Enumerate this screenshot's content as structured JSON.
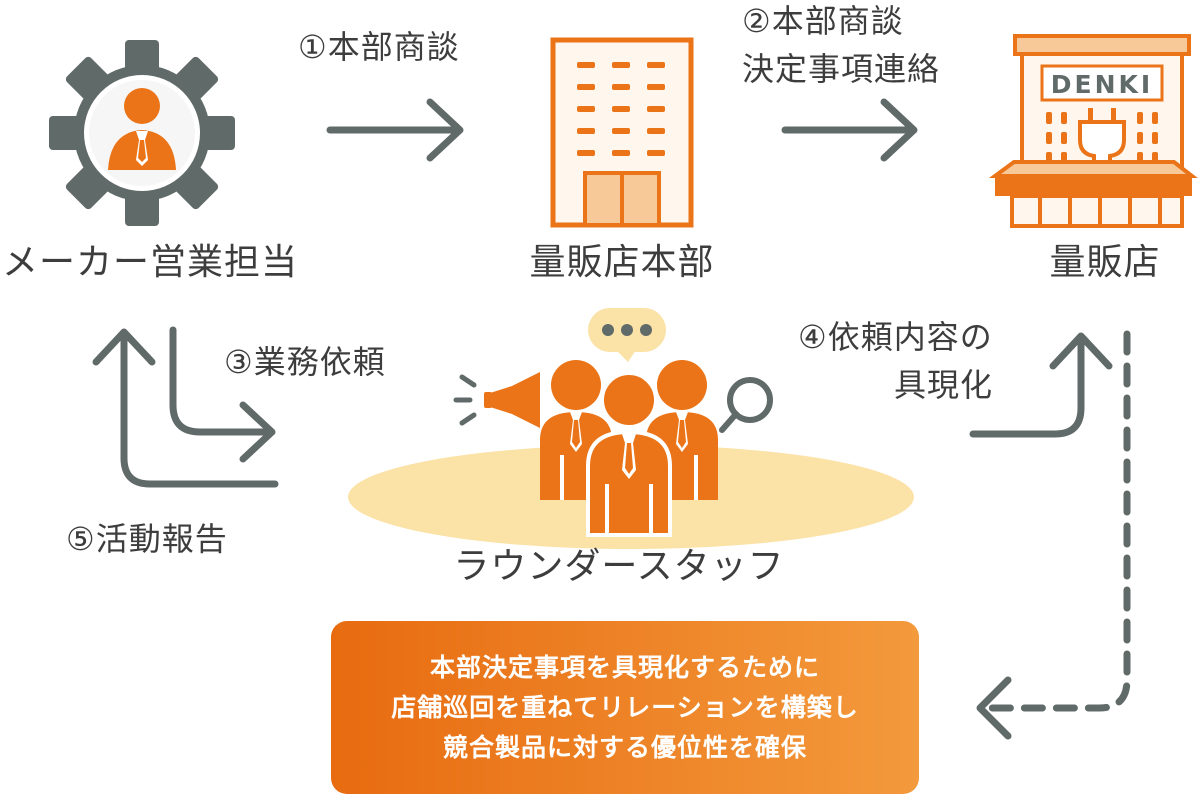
{
  "nodes": {
    "maker": "メーカー営業担当",
    "hq": "量販店本部",
    "store": "量販店",
    "staff": "ラウンダースタッフ"
  },
  "store_sign": "DENKI",
  "steps": {
    "s1": "①本部商談",
    "s2_line1": "②本部商談",
    "s2_line2": "決定事項連絡",
    "s3": "③業務依頼",
    "s4_line1": "④依頼内容の",
    "s4_line2": "具現化",
    "s5": "⑤活動報告"
  },
  "result_box": {
    "line1": "本部決定事項を具現化するために",
    "line2": "店舗巡回を重ねてリレーションを構築し",
    "line3": "競合製品に対する優位性を確保"
  },
  "colors": {
    "orange": "#ea7417",
    "light_orange": "#f7c898",
    "cream": "#fbe2a6",
    "gray": "#606a68",
    "text": "#3d3d3d"
  },
  "icons": {
    "maker": "gear-person-icon",
    "hq": "office-building-icon",
    "store": "electronics-store-icon",
    "staff": "staff-group-icon",
    "bubble": "speech-bubble-icon",
    "megaphone": "megaphone-icon",
    "magnifier": "magnifier-icon"
  }
}
